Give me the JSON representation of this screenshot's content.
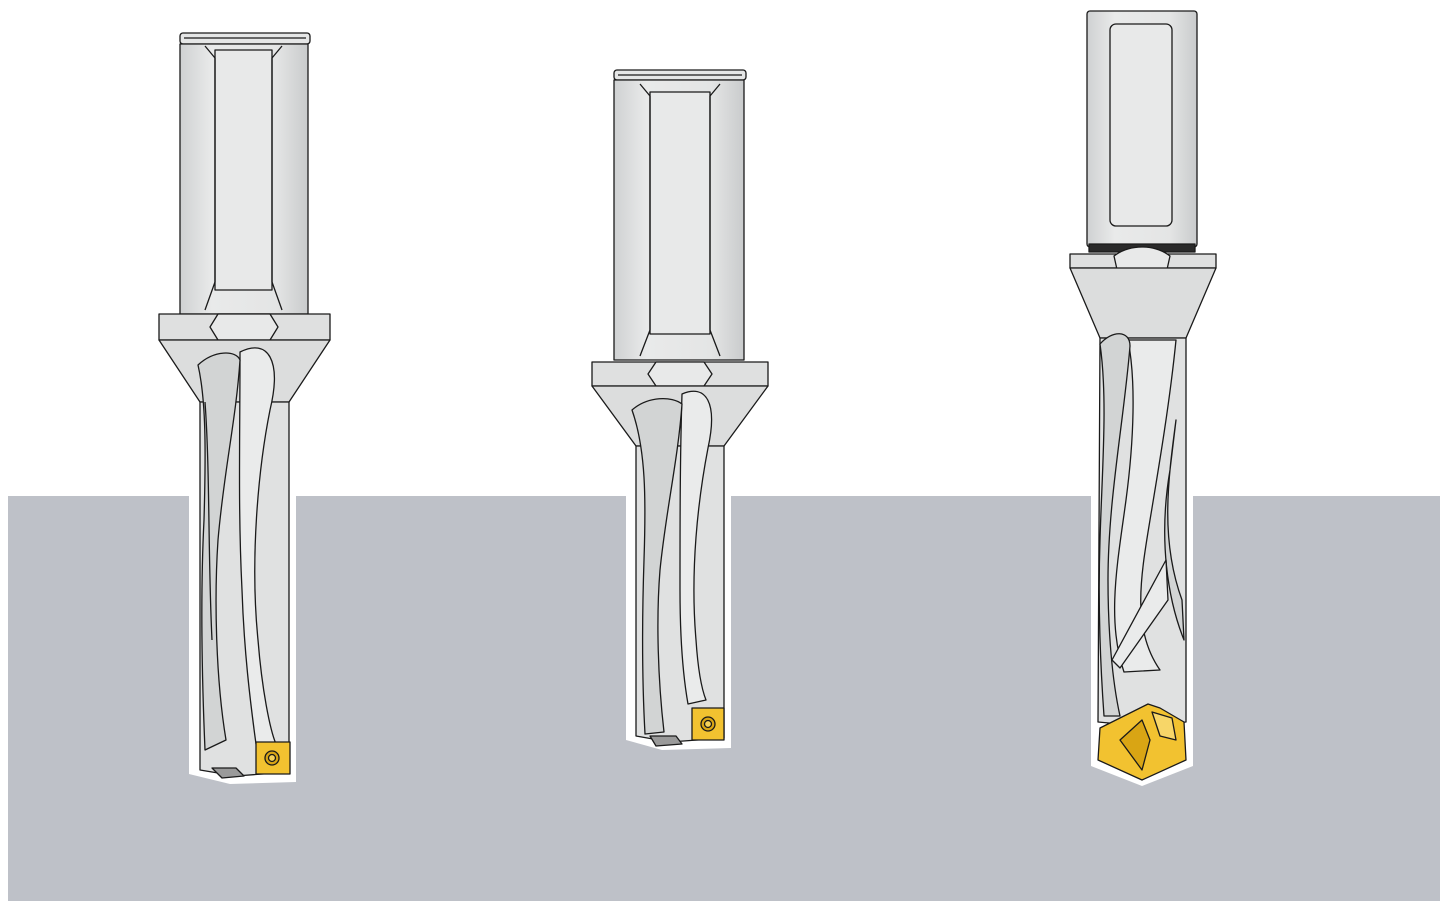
{
  "scene": {
    "description_label": "",
    "colors": {
      "background": "#ffffff",
      "workpiece": "#bec1c8",
      "hole": "#ffffff",
      "steel_light": "#e8e9e9",
      "steel_mid": "#d4d6d6",
      "steel_shade": "#c4c6c7",
      "outline": "#1a1a1a",
      "insert_gold": "#f2c230",
      "insert_gold_dark": "#d9a514",
      "insert_shadow": "#6b6b6b"
    },
    "tools": [
      {
        "id": "drill-1",
        "type": "indexable-insert-drill-long",
        "insert": "square-insert"
      },
      {
        "id": "drill-2",
        "type": "indexable-insert-drill-short",
        "insert": "square-insert"
      },
      {
        "id": "drill-3",
        "type": "exchangeable-tip-drill",
        "insert": "pointed-tip"
      }
    ]
  }
}
